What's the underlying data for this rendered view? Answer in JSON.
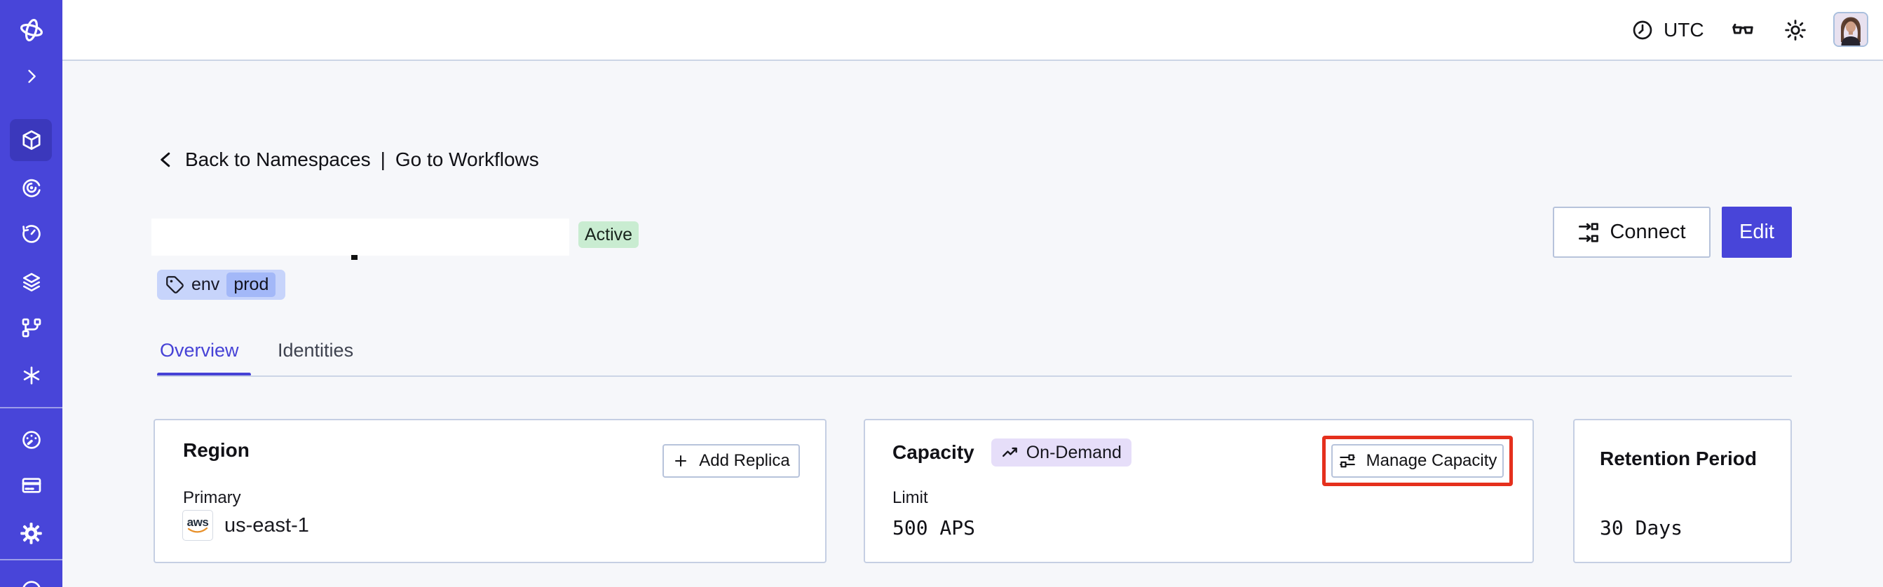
{
  "topbar": {
    "timezone": "UTC",
    "icons": [
      "clock-icon",
      "glasses-icon",
      "sun-icon",
      "avatar"
    ]
  },
  "sidebar": {
    "icons": [
      "temporal-logo",
      "expand-chevron",
      "namespaces-cube",
      "spiral-eye",
      "countdown-timer",
      "layers",
      "branch",
      "asterisk",
      "usage-gauge",
      "billing-card",
      "settings-gear",
      "partial-circle"
    ],
    "selected": "namespaces-cube"
  },
  "breadcrumb": {
    "back": "Back to Namespaces",
    "separator": "|",
    "workflows": "Go to Workflows"
  },
  "header": {
    "status_label": "Active",
    "tag_key": "env",
    "tag_value": "prod",
    "connect_label": "Connect",
    "edit_label": "Edit"
  },
  "tabs": [
    {
      "label": "Overview",
      "active": true
    },
    {
      "label": "Identities",
      "active": false
    }
  ],
  "cards": {
    "region": {
      "title": "Region",
      "action_label": "Add Replica",
      "field_label": "Primary",
      "provider": "aws",
      "value": "us-east-1"
    },
    "capacity": {
      "title": "Capacity",
      "badge_label": "On-Demand",
      "action_label": "Manage Capacity",
      "field_label": "Limit",
      "value": "500 APS"
    },
    "retention": {
      "title": "Retention Period",
      "value": "30 Days"
    }
  },
  "annotation": {
    "highlight_target": "Manage Capacity",
    "highlight_color": "#e5301d"
  },
  "theme": {
    "accent": "#4845d9",
    "sidebar_selected": "#3b38bc",
    "active_badge_bg": "#c9ecd1",
    "tag_bg": "#c7d4fb",
    "on_demand_bg": "#e6def9",
    "page_bg": "#f6f7fa"
  }
}
